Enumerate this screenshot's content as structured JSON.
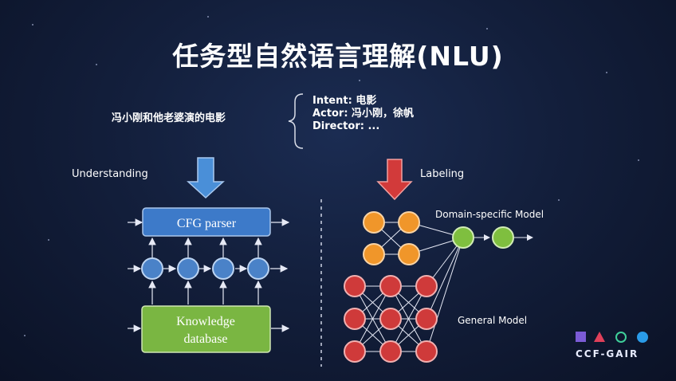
{
  "title": "任务型自然语言理解(NLU)",
  "sentence": "冯小刚和他老婆演的电影",
  "slots": [
    "Intent: 电影",
    "Actor: 冯小刚，徐帆",
    "Director: ..."
  ],
  "left": {
    "heading": "Understanding",
    "parser_label": "CFG parser",
    "kb_line1": "Knowledge",
    "kb_line2": "database"
  },
  "right": {
    "heading": "Labeling",
    "domain_label": "Domain-specific Model",
    "general_label": "General Model"
  },
  "logo": {
    "text": "CCF-GAIR"
  },
  "colors": {
    "blue_box": "#3d7ac9",
    "green_box": "#7ab642",
    "blue_node": "#4a82c8",
    "orange_node": "#f0962a",
    "red_node": "#cf3a3a",
    "green_node": "#7fbf3f",
    "down_arrow_blue": "#4a8fd8",
    "down_arrow_red": "#d23a3a"
  }
}
